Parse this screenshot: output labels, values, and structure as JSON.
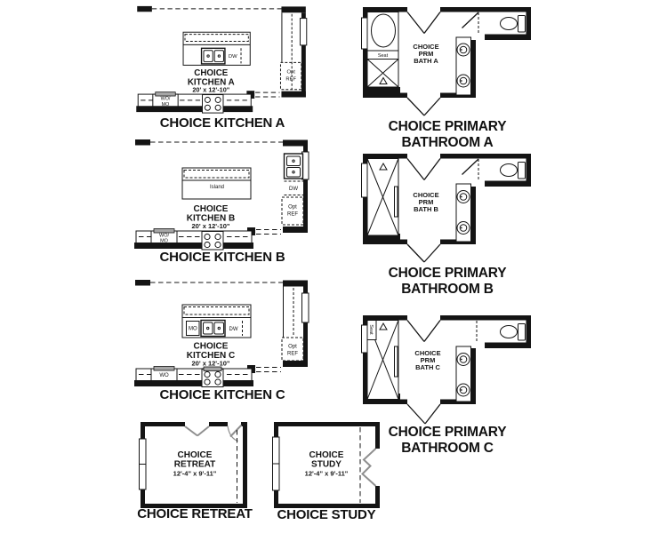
{
  "colors": {
    "wall": "#141414",
    "background": "#ffffff",
    "appliance_gray": "#a6a6a6"
  },
  "kitchens": [
    {
      "name": "A",
      "label1": "CHOICE",
      "label2": "KITCHEN A",
      "dims": "20' x 12'-10\"",
      "caption": "CHOICE KITCHEN A",
      "dw": "DW",
      "opt_ref1": "Opt",
      "opt_ref2": "REF",
      "oven1": "WO/",
      "oven2": "MO"
    },
    {
      "name": "B",
      "label1": "CHOICE",
      "label2": "KITCHEN B",
      "dims": "20' x 12'-10\"",
      "caption": "CHOICE KITCHEN B",
      "island": "Island",
      "dw": "DW",
      "opt_ref1": "Opt",
      "opt_ref2": "REF",
      "oven1": "WO/",
      "oven2": "MO"
    },
    {
      "name": "C",
      "label1": "CHOICE",
      "label2": "KITCHEN C",
      "dims": "20' x 12'-10\"",
      "caption": "CHOICE KITCHEN C",
      "mo": "MO",
      "dw": "DW",
      "opt_ref1": "Opt",
      "opt_ref2": "REF",
      "oven1": "WO"
    }
  ],
  "bathrooms": [
    {
      "name": "A",
      "label1": "CHOICE",
      "label2": "PRM",
      "label3": "BATH A",
      "seat": "Seat",
      "caption1": "CHOICE PRIMARY",
      "caption2": "BATHROOM A"
    },
    {
      "name": "B",
      "label1": "CHOICE",
      "label2": "PRM",
      "label3": "BATH B",
      "caption1": "CHOICE PRIMARY",
      "caption2": "BATHROOM B"
    },
    {
      "name": "C",
      "label1": "CHOICE",
      "label2": "PRM",
      "label3": "BATH C",
      "seat": "Seat",
      "caption1": "CHOICE PRIMARY",
      "caption2": "BATHROOM C"
    }
  ],
  "rooms": [
    {
      "label1": "CHOICE",
      "label2": "RETREAT",
      "dims": "12'-4\" x 9'-11\"",
      "caption": "CHOICE RETREAT"
    },
    {
      "label1": "CHOICE",
      "label2": "STUDY",
      "dims": "12'-4\" x 9'-11\"",
      "caption": "CHOICE STUDY"
    }
  ]
}
